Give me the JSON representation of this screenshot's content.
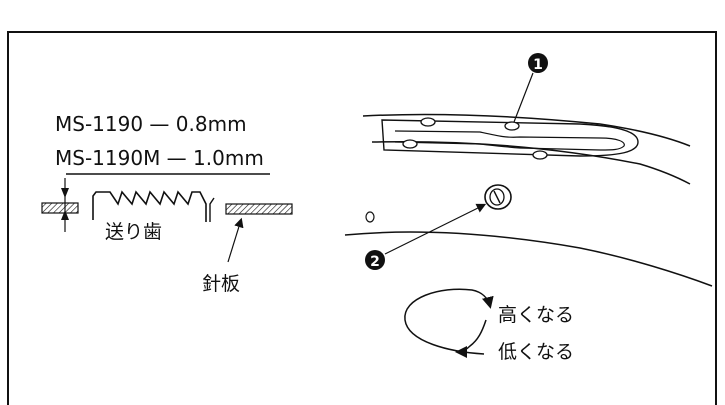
{
  "spec": {
    "line1": "MS-1190 — 0.8mm",
    "line2": "MS-1190M — 1.0mm"
  },
  "feed_dog_label": "送り歯",
  "needle_plate_label": "針板",
  "callouts": {
    "one": "1",
    "two": "2"
  },
  "rotation": {
    "higher": "高くなる",
    "lower": "低くなる"
  }
}
